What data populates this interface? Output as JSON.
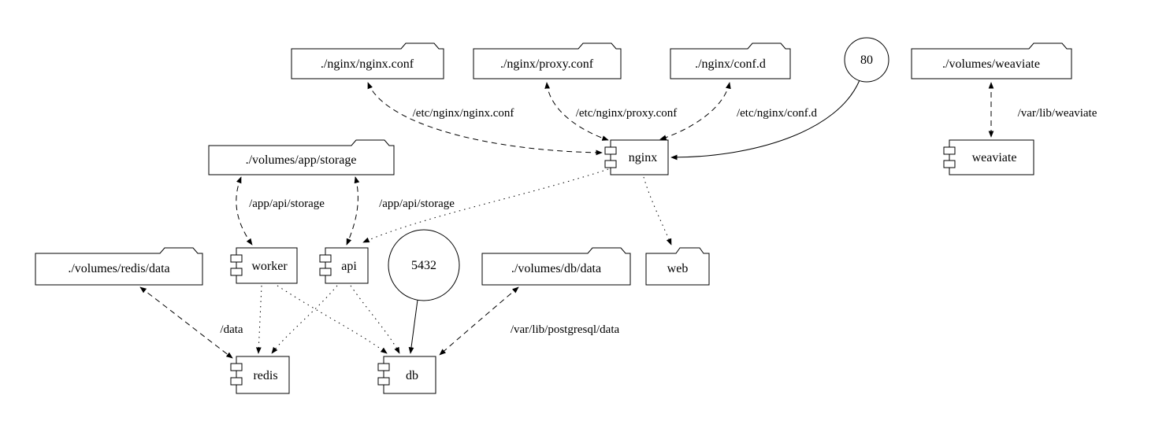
{
  "diagram": {
    "nodes": {
      "nginx_conf": {
        "label": "./nginx/nginx.conf",
        "type": "folder"
      },
      "proxy_conf": {
        "label": "./nginx/proxy.conf",
        "type": "folder"
      },
      "conf_d": {
        "label": "./nginx/conf.d",
        "type": "folder"
      },
      "port_80": {
        "label": "80",
        "type": "port"
      },
      "volumes_weaviate": {
        "label": "./volumes/weaviate",
        "type": "folder"
      },
      "volumes_app_storage": {
        "label": "./volumes/app/storage",
        "type": "folder"
      },
      "nginx": {
        "label": "nginx",
        "type": "component"
      },
      "weaviate": {
        "label": "weaviate",
        "type": "component"
      },
      "volumes_redis_data": {
        "label": "./volumes/redis/data",
        "type": "folder"
      },
      "worker": {
        "label": "worker",
        "type": "component"
      },
      "api": {
        "label": "api",
        "type": "component"
      },
      "port_5432": {
        "label": "5432",
        "type": "port"
      },
      "volumes_db_data": {
        "label": "./volumes/db/data",
        "type": "folder"
      },
      "web": {
        "label": "web",
        "type": "folder"
      },
      "redis": {
        "label": "redis",
        "type": "component"
      },
      "db": {
        "label": "db",
        "type": "component"
      }
    },
    "edge_labels": {
      "nginx_conf_mount": "/etc/nginx/nginx.conf",
      "proxy_conf_mount": "/etc/nginx/proxy.conf",
      "conf_d_mount": "/etc/nginx/conf.d",
      "weaviate_mount": "/var/lib/weaviate",
      "worker_storage_mount": "/app/api/storage",
      "api_storage_mount": "/app/api/storage",
      "redis_mount": "/data",
      "db_mount": "/var/lib/postgresql/data"
    },
    "colors": {
      "stroke": "#000000",
      "fill": "#ffffff"
    }
  }
}
